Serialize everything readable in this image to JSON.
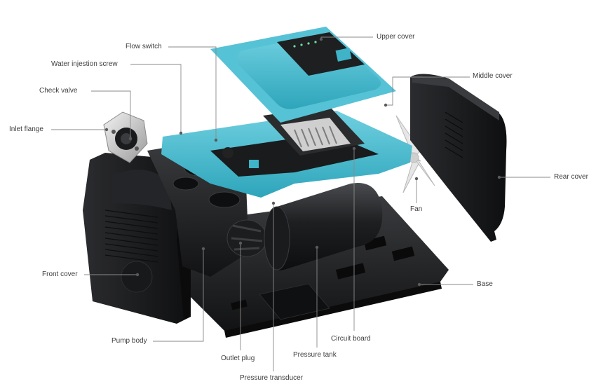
{
  "colors": {
    "accent_teal": "#3fb3c8",
    "body_black": "#1b1c1e",
    "label_text": "#3d3d3d",
    "leader_line": "#8a8a8a"
  },
  "labels": {
    "upper_cover": "Upper cover",
    "flow_switch": "Flow switch",
    "water_injection_screw": "Water injestion screw",
    "check_valve": "Check valve",
    "inlet_flange": "Inlet flange",
    "middle_cover": "Middle cover",
    "rear_cover": "Rear cover",
    "fan": "Fan",
    "front_cover": "Front cover",
    "base": "Base",
    "pump_body": "Pump body",
    "circuit_board": "Circuit board",
    "outlet_plug": "Outlet plug",
    "pressure_tank": "Pressure tank",
    "pressure_transducer": "Pressure transducer"
  }
}
